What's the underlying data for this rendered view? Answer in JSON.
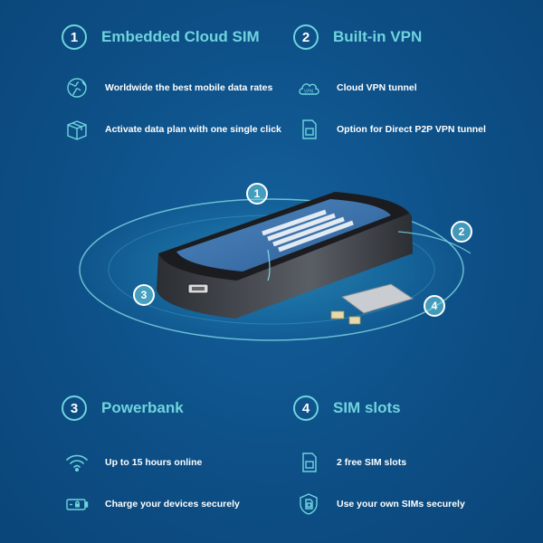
{
  "sections": [
    {
      "number": "1",
      "title": "Embedded Cloud SIM",
      "features": [
        {
          "icon": "globe-icon",
          "label": "Worldwide the best mobile data rates"
        },
        {
          "icon": "box-icon",
          "label": "Activate data plan with one single click"
        }
      ]
    },
    {
      "number": "2",
      "title": "Built-in VPN",
      "features": [
        {
          "icon": "cloud-vpn-icon",
          "label": "Cloud VPN tunnel",
          "icon_text": "VPN"
        },
        {
          "icon": "sim-card-icon",
          "label": "Option for Direct P2P VPN tunnel"
        }
      ]
    },
    {
      "number": "3",
      "title": "Powerbank",
      "features": [
        {
          "icon": "wifi-icon",
          "label": "Up to 15 hours online"
        },
        {
          "icon": "battery-lock-icon",
          "label": "Charge your devices securely"
        }
      ]
    },
    {
      "number": "4",
      "title": "SIM slots",
      "features": [
        {
          "icon": "sim-card-icon",
          "label": "2 free SIM slots"
        },
        {
          "icon": "shield-sim-icon",
          "label": "Use your own SIMs securely"
        }
      ]
    }
  ],
  "device": {
    "markers": [
      "1",
      "2",
      "3",
      "4"
    ]
  },
  "colors": {
    "background": "#0d4f86",
    "accent": "#6fd3de",
    "text": "#ffffff"
  }
}
